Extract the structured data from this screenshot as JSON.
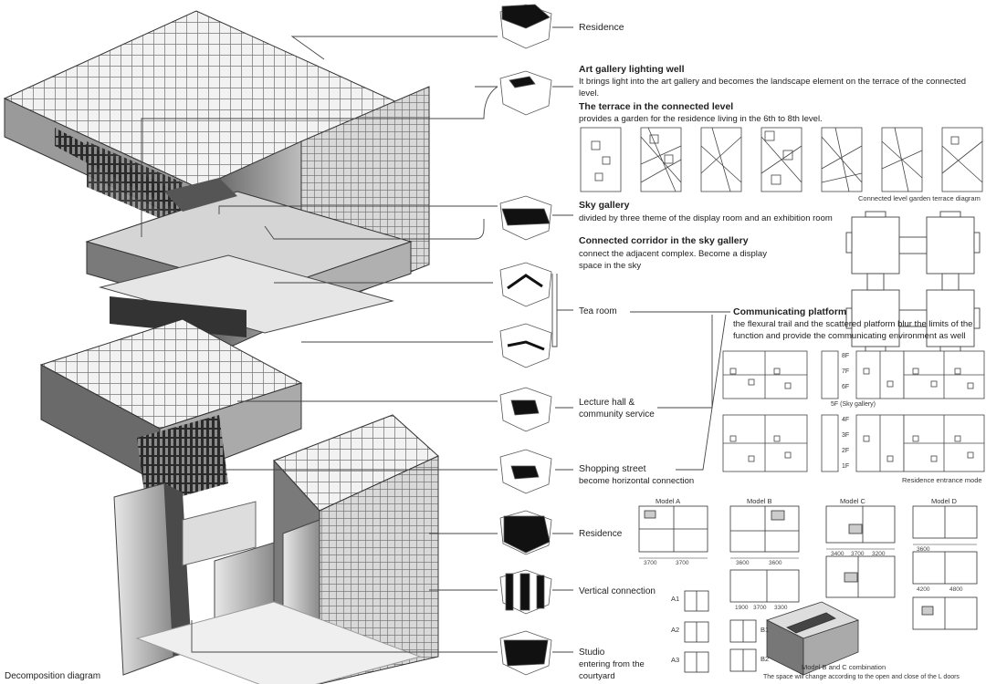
{
  "diagram_title": "Decomposition diagram",
  "legend_items": [
    {
      "title": "Residence",
      "desc": ""
    },
    {
      "title": "Art gallery lighting well",
      "desc": "It brings light into the art gallery and becomes the landscape element on the terrace of the connected level."
    },
    {
      "title": "The terrace in the connected level",
      "desc": "provides a garden for the residence living in the 6th to 8th level."
    },
    {
      "title": "Sky gallery",
      "desc": "divided by three theme of the display room and an exhibition room"
    },
    {
      "title": "Connected corridor in the sky gallery",
      "desc": "connect the adjacent complex. Become a display space in the sky"
    },
    {
      "title": "Tea room",
      "desc": ""
    },
    {
      "title": "Communicating platform",
      "desc": "the flexural trail and the scattered platform blur the limits of the function and provide the communicating environment as well"
    },
    {
      "title": "Lecture hall & community service",
      "desc": ""
    },
    {
      "title": "Shopping street",
      "desc": "become horizontal connection"
    },
    {
      "title": "Residence",
      "desc": ""
    },
    {
      "title": "Vertical connection",
      "desc": ""
    },
    {
      "title": "Studio",
      "desc": "entering from the courtyard"
    }
  ],
  "captions": {
    "terrace_diagram": "Connected level garden terrace diagram",
    "entrance_mode": "Residence entrance mode",
    "sky_gallery_floor": "5F (Sky gallery)",
    "combination": "Model B and C combination",
    "combination_note": "The space will change according to the open and close of the L  doors"
  },
  "floors_upper": [
    "8F",
    "7F",
    "6F"
  ],
  "floors_lower": [
    "4F",
    "3F",
    "2F",
    "1F"
  ],
  "models": [
    "Model A",
    "Model B",
    "Model C",
    "Model D"
  ],
  "sub_units": [
    "A1",
    "A2",
    "A3",
    "B1",
    "B2"
  ],
  "dims": [
    "3700",
    "3700",
    "3600",
    "3600",
    "3400",
    "3700",
    "3200",
    "3600",
    "4200",
    "4800",
    "1900",
    "3700",
    "3300"
  ]
}
